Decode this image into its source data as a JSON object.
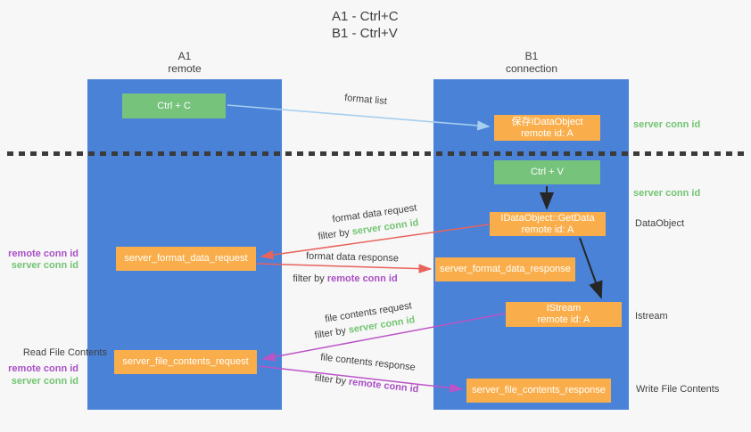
{
  "title": {
    "line1": "A1 - Ctrl+C",
    "line2": "B1 - Ctrl+V"
  },
  "lanes": {
    "left": {
      "name": "A1",
      "role": "remote"
    },
    "right": {
      "name": "B1",
      "role": "connection"
    }
  },
  "nodes": {
    "ctrl_c": {
      "label": "Ctrl + C"
    },
    "save_idataobject": {
      "line1": "保存IDataObject",
      "line2": "remote id: A"
    },
    "ctrl_v": {
      "label": "Ctrl + V"
    },
    "getdata": {
      "line1": "IDataObject::GetData",
      "line2": "remote id: A"
    },
    "format_data_request": {
      "label": "server_format_data_request"
    },
    "format_data_response": {
      "label": "server_format_data_response"
    },
    "istream": {
      "line1": "IStream",
      "line2": "remote id: A"
    },
    "file_contents_request": {
      "label": "server_file_contents_request"
    },
    "file_contents_response": {
      "label": "server_file_contents_response"
    }
  },
  "edges": {
    "format_list": {
      "label": "format list"
    },
    "format_data_request": {
      "label": "format data request",
      "filter_prefix": "filter by ",
      "filter_key": "server conn id"
    },
    "format_data_response": {
      "label": "format data response",
      "filter_prefix": "filter by ",
      "filter_key": "remote conn id"
    },
    "file_contents_request": {
      "label": "file contents request",
      "filter_prefix": "filter by ",
      "filter_key": "server conn id"
    },
    "file_contents_response": {
      "label": "file contents response",
      "filter_prefix": "filter by ",
      "filter_key": "remote conn id"
    }
  },
  "annotations": {
    "right_server_conn_id_top": "server conn id",
    "right_server_conn_id_mid": "server conn id",
    "right_dataobject": "DataObject",
    "right_istream": "Istream",
    "right_write_file_contents": "Write File Contents",
    "left_mid_remote_conn_id": "remote conn id",
    "left_mid_server_conn_id": "server conn id",
    "left_read_file_contents": "Read File Contents",
    "left_bottom_remote_conn_id": "remote conn id",
    "left_bottom_server_conn_id": "server conn id"
  },
  "colors": {
    "background": "#F7F7F7",
    "lane_blue": "#4A82D8",
    "node_orange": "#F9AE4B",
    "node_green": "#76C37C",
    "arrow_light_blue": "#A6CEEE",
    "arrow_red": "#E8635C",
    "arrow_magenta": "#BC53C6",
    "arrow_black": "#262626",
    "text_green": "#72C472",
    "text_purple": "#A94FC5",
    "text_dark": "#3F3F3F"
  }
}
